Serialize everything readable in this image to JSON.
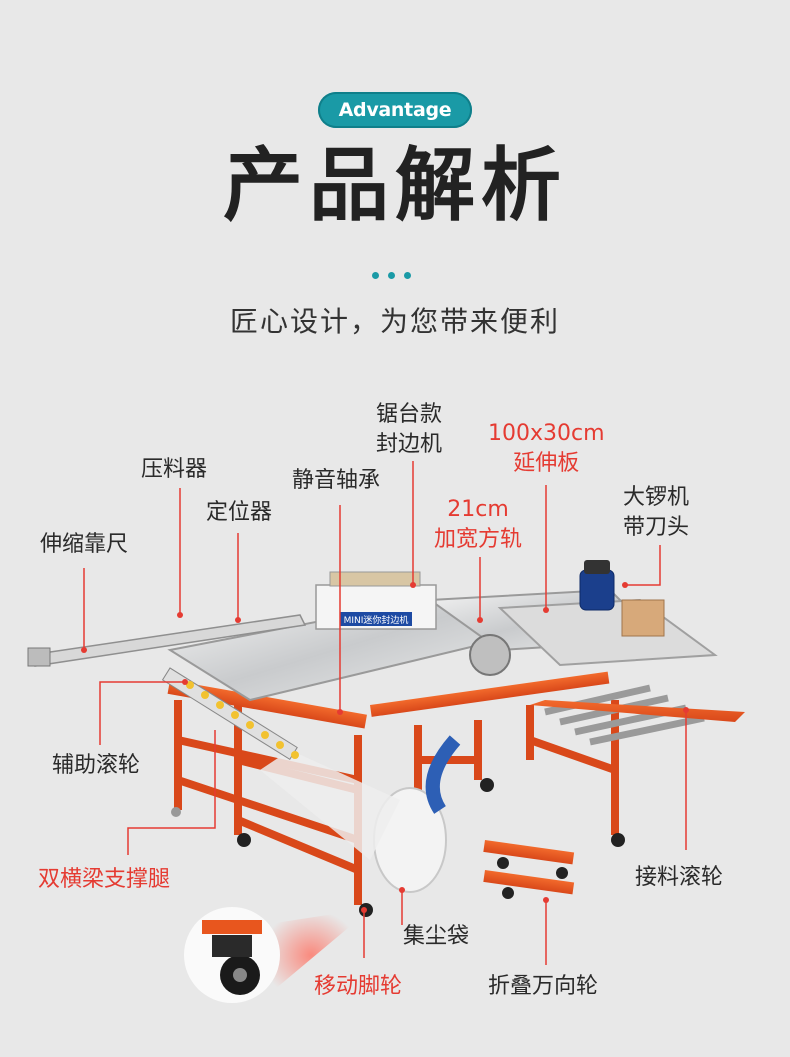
{
  "badge": "Advantage",
  "title": "产品解析",
  "subtitle": "匠心设计，为您带来便利",
  "labels": {
    "saw_table_line1": "锯台款",
    "saw_table_line2": "封边机",
    "extension_line1": "100x30cm",
    "extension_line2": "延伸板",
    "clamp": "压料器",
    "silent_bearing": "静音轴承",
    "positioner": "定位器",
    "rail_line1": "21cm",
    "rail_line2": "加宽方轨",
    "router_line1": "大锣机",
    "router_line2": "带刀头",
    "telescopic_ruler": "伸缩靠尺",
    "aux_roller": "辅助滚轮",
    "double_beam_legs": "双横梁支撑腿",
    "feed_roller": "接料滚轮",
    "dust_bag": "集尘袋",
    "caster": "移动脚轮",
    "folding_wheel": "折叠万向轮"
  },
  "machine_label": "MINI迷你封边机",
  "colors": {
    "accent": "#1a9aa6",
    "red_label": "#e53b32",
    "frame": "#e8561e",
    "bg": "#e8e8e8"
  }
}
